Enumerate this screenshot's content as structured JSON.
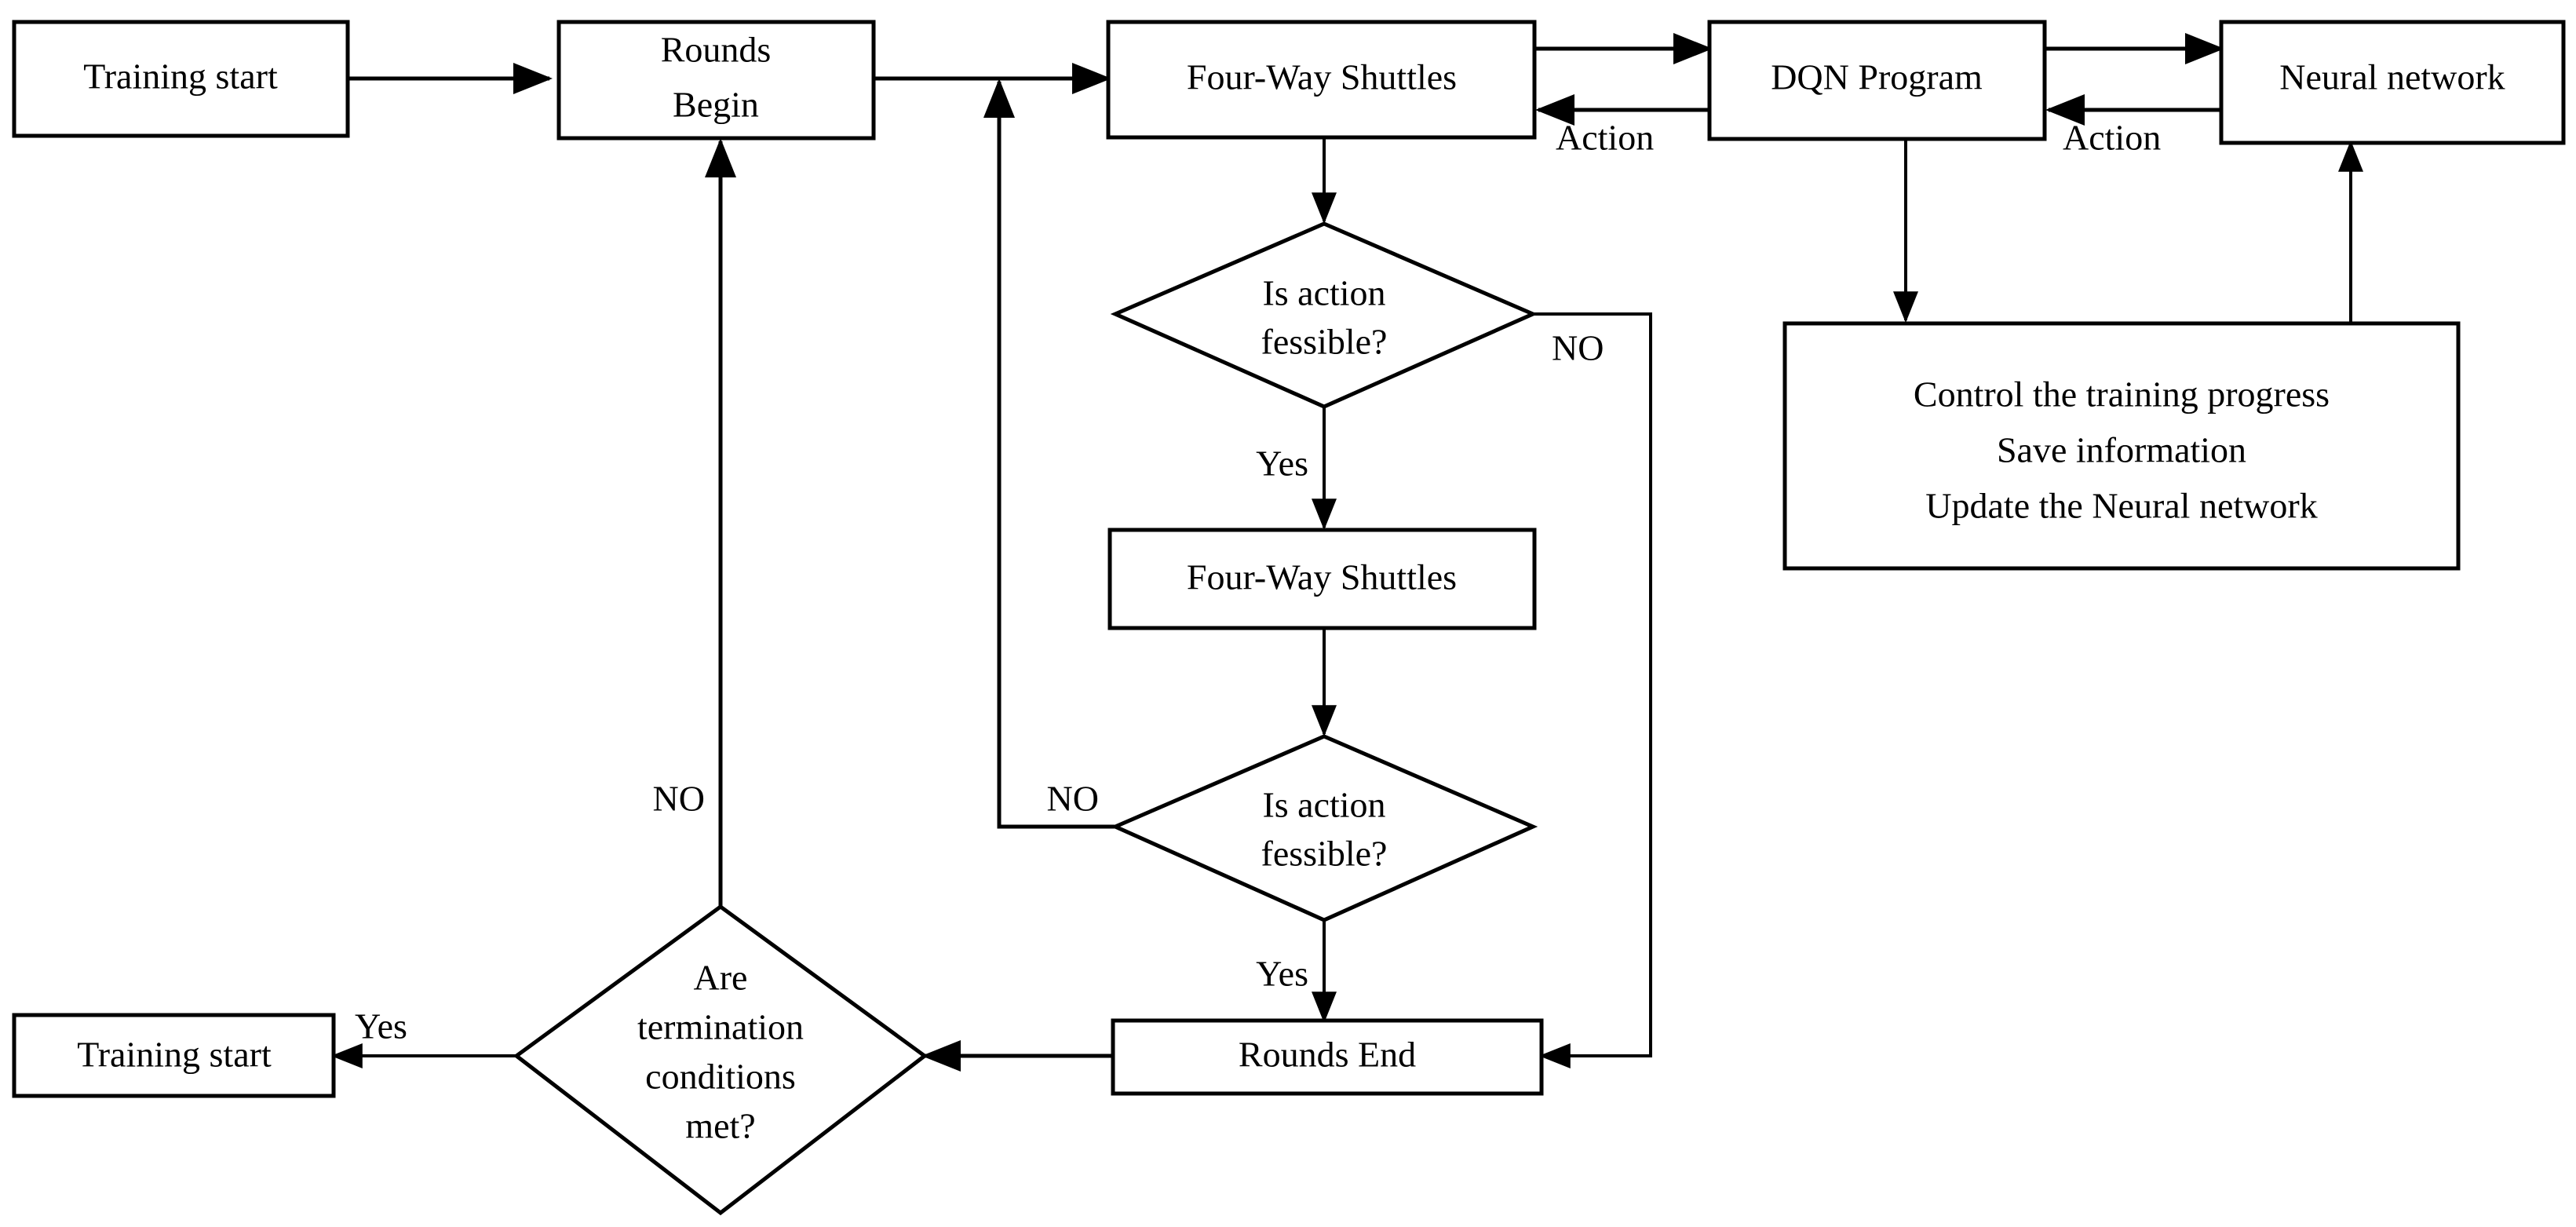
{
  "diagram": {
    "title": "DQN training flowchart for Four-Way Shuttles",
    "background_color": "#ffffff",
    "line_color": "#000000",
    "nodes": {
      "training_start_top": {
        "label": "Training start",
        "shape": "rectangle"
      },
      "rounds_begin": {
        "label_line1": "Rounds",
        "label_line2": "Begin",
        "shape": "rectangle"
      },
      "four_way_shuttles_top": {
        "label": "Four-Way Shuttles",
        "shape": "rectangle"
      },
      "dqn_program": {
        "label": "DQN Program",
        "shape": "rectangle"
      },
      "neural_network": {
        "label": "Neural network",
        "shape": "rectangle"
      },
      "control_box": {
        "line1": "Control the training progress",
        "line2": "Save information",
        "line3": "Update the Neural network",
        "shape": "rectangle"
      },
      "decision_1": {
        "label_line1": "Is action",
        "label_line2": "fessible?",
        "shape": "diamond"
      },
      "four_way_shuttles_mid": {
        "label": "Four-Way Shuttles",
        "shape": "rectangle"
      },
      "decision_2": {
        "label_line1": "Is action",
        "label_line2": "fessible?",
        "shape": "diamond"
      },
      "rounds_end": {
        "label": "Rounds End",
        "shape": "rectangle"
      },
      "decision_3": {
        "label_line1": "Are",
        "label_line2": "termination",
        "label_line3": "conditions",
        "label_line4": "met?",
        "shape": "diamond"
      },
      "training_start_bottom": {
        "label": "Training start",
        "shape": "rectangle"
      }
    },
    "edge_labels": {
      "action_left": "Action",
      "action_right": "Action",
      "decision1_no": "NO",
      "decision1_yes": "Yes",
      "decision2_no": "NO",
      "decision2_yes": "Yes",
      "decision3_no": "NO",
      "decision3_yes": "Yes"
    }
  }
}
